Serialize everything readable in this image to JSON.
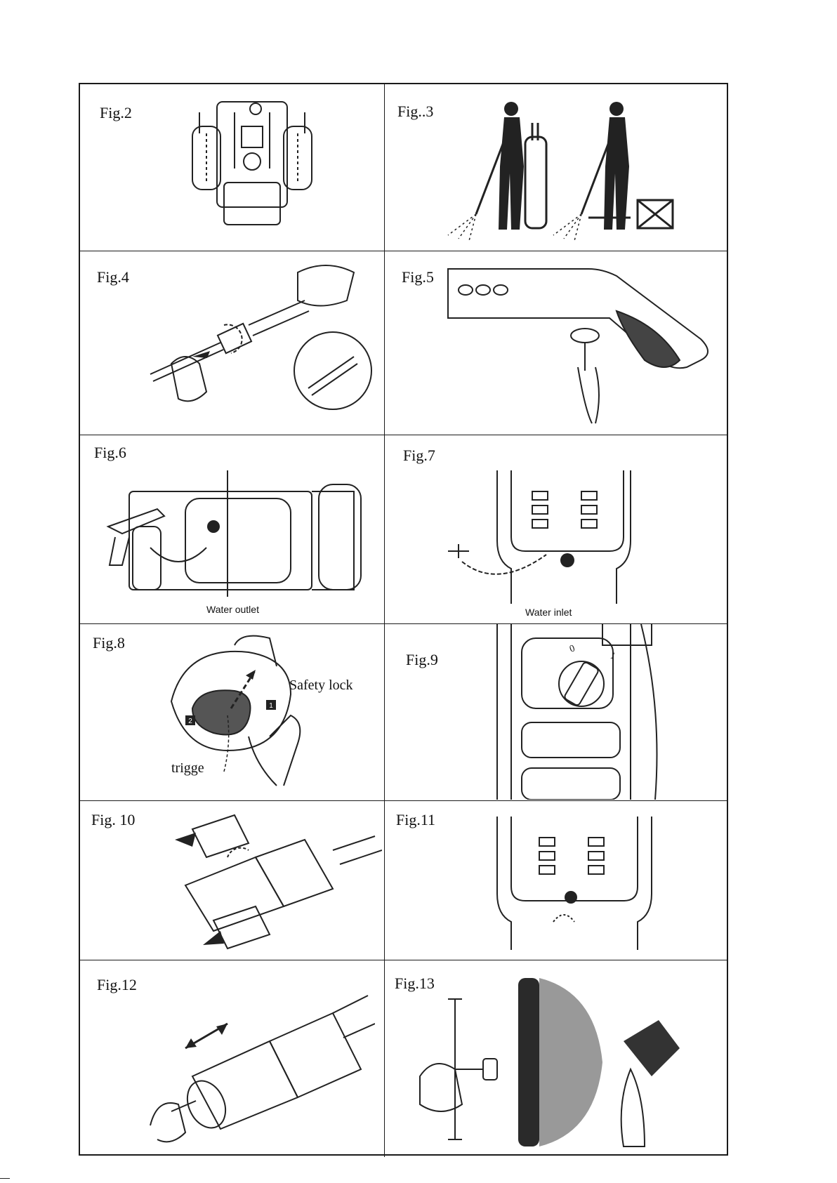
{
  "figures": {
    "fig2": {
      "label": "Fig.2"
    },
    "fig3": {
      "label": "Fig..3"
    },
    "fig4": {
      "label": "Fig.4"
    },
    "fig5": {
      "label": "Fig.5"
    },
    "fig6": {
      "label": "Fig.6",
      "caption": "Water outlet"
    },
    "fig7": {
      "label": "Fig.7",
      "caption": "Water inlet"
    },
    "fig8": {
      "label": "Fig.8",
      "safety_lock": "Safety lock",
      "trigger": "trigge",
      "step1": "1",
      "step2": "2"
    },
    "fig9": {
      "label": "Fig.9",
      "dial_off": "0",
      "dial_on": "1"
    },
    "fig10": {
      "label": "Fig. 10"
    },
    "fig11": {
      "label": "Fig.11"
    },
    "fig12": {
      "label": "Fig.12"
    },
    "fig13": {
      "label": "Fig.13"
    }
  }
}
